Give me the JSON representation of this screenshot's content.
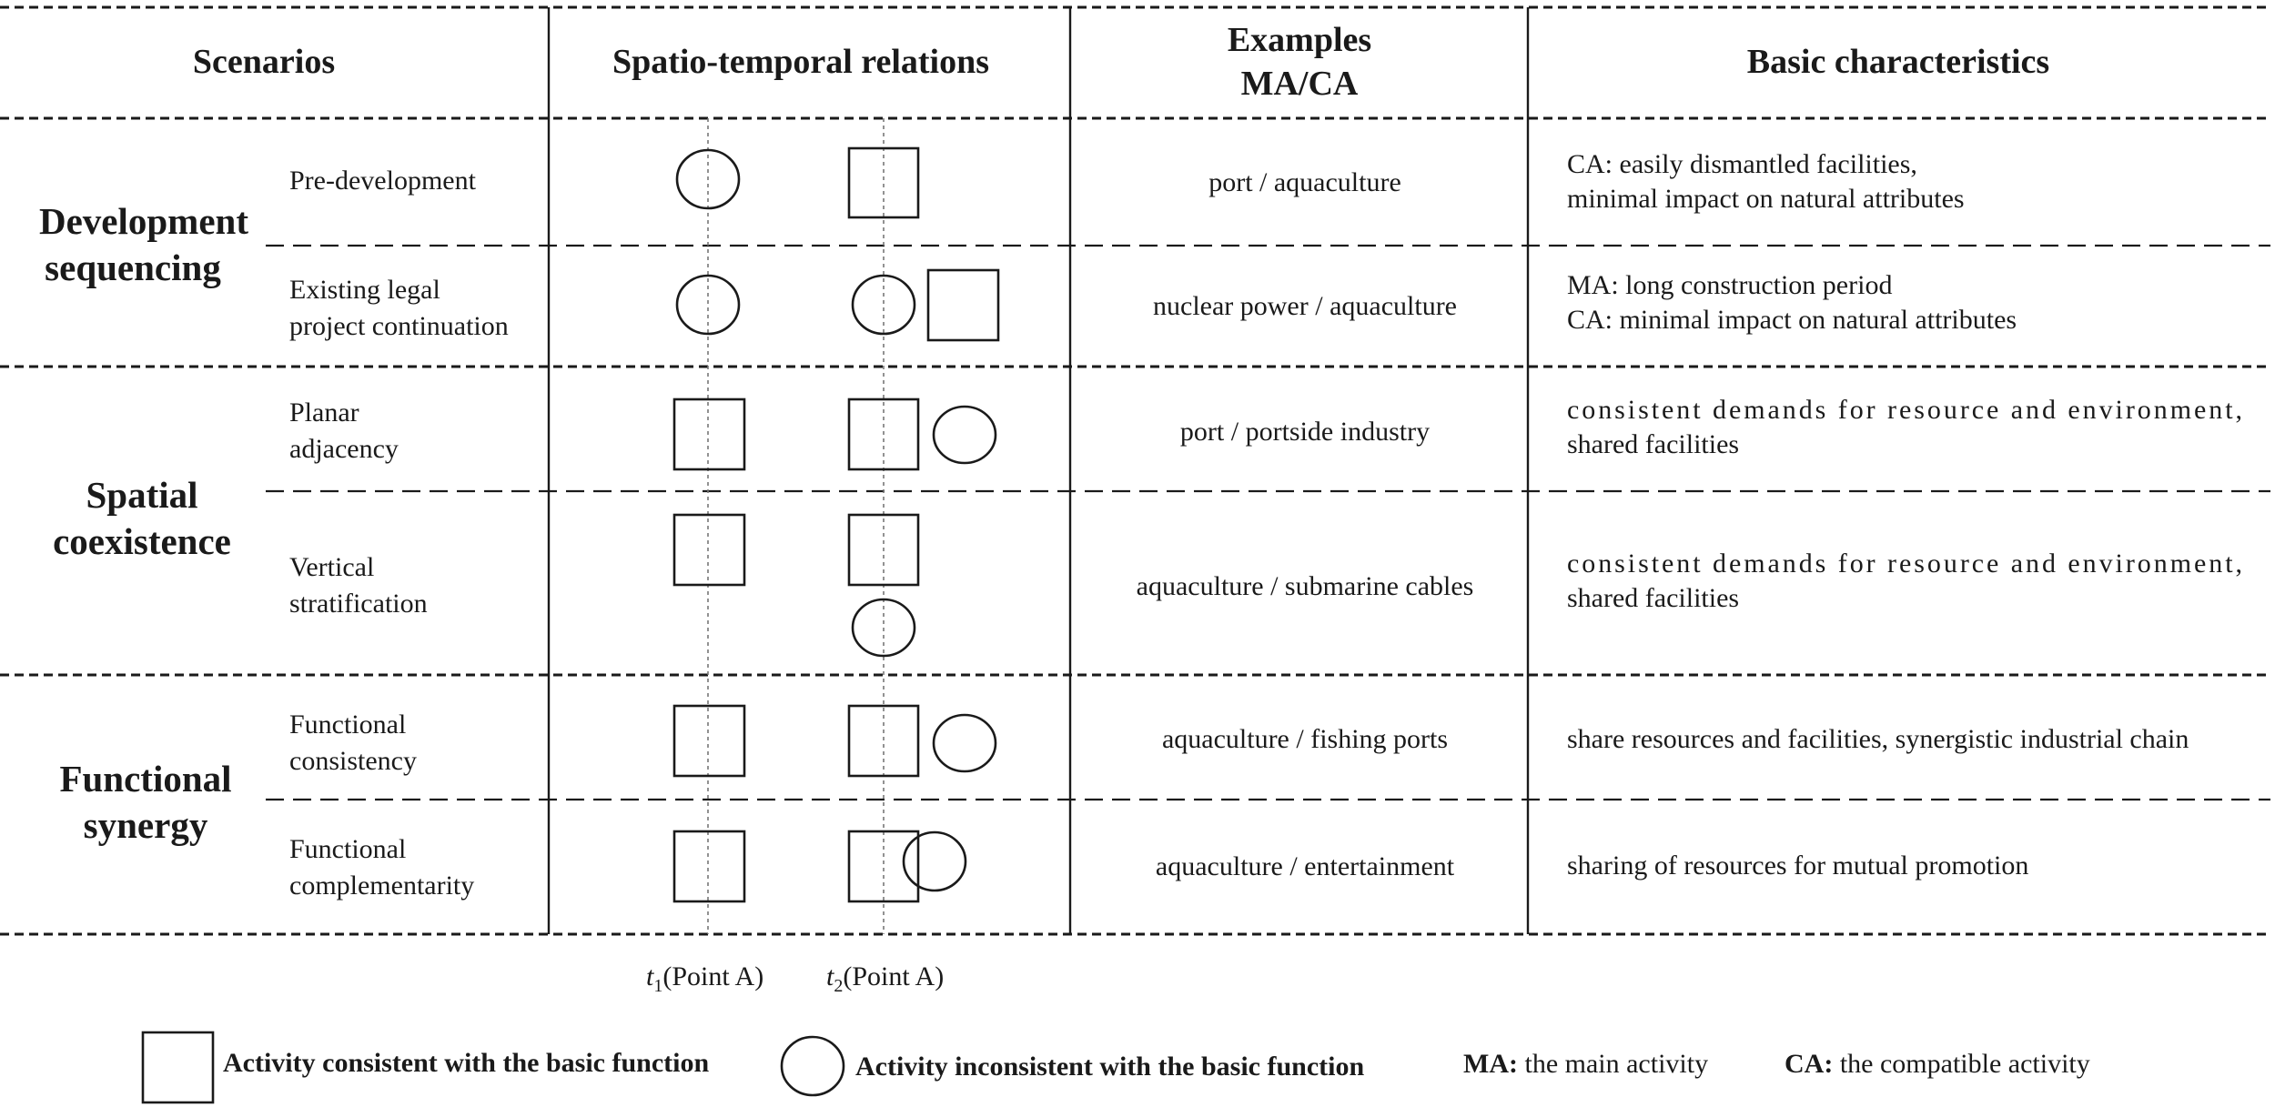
{
  "headers": {
    "scenarios": "Scenarios",
    "relations": "Spatio-temporal relations",
    "examples_line1": "Examples",
    "examples_line2": "MA/CA",
    "characteristics": "Basic characteristics"
  },
  "groups": [
    {
      "title_line1": "Development",
      "title_line2": "sequencing",
      "rows": [
        {
          "sub_lines": [
            "Pre-development"
          ],
          "example": "port / aquaculture",
          "characteristics": [
            "CA: easily dismantled facilities,",
            "minimal impact on natural attributes"
          ]
        },
        {
          "sub_lines": [
            "Existing legal",
            "project continuation"
          ],
          "example": "nuclear power / aquaculture",
          "characteristics": [
            "MA: long construction period",
            "CA: minimal impact on natural attributes"
          ]
        }
      ]
    },
    {
      "title_line1": "Spatial",
      "title_line2": "coexistence",
      "rows": [
        {
          "sub_lines": [
            "Planar",
            "adjacency"
          ],
          "example": "port / portside industry",
          "characteristics": [
            "consistent demands for resource and environment,",
            "shared facilities"
          ]
        },
        {
          "sub_lines": [
            "Vertical",
            "stratification"
          ],
          "example": "aquaculture / submarine cables",
          "characteristics": [
            "consistent demands for resource and environment,",
            "shared facilities"
          ]
        }
      ]
    },
    {
      "title_line1": "Functional",
      "title_line2": "synergy",
      "rows": [
        {
          "sub_lines": [
            "Functional",
            "consistency"
          ],
          "example": "aquaculture / fishing ports",
          "characteristics": [
            "share resources and facilities,  synergistic industrial chain"
          ]
        },
        {
          "sub_lines": [
            "Functional",
            "complementarity"
          ],
          "example": "aquaculture / entertainment",
          "characteristics": [
            "sharing of resources for mutual promotion"
          ]
        }
      ]
    }
  ],
  "timeline": {
    "t1_var": "t",
    "t1_sub": "1",
    "t1_label": "(Point A)",
    "t2_var": "t",
    "t2_sub": "2",
    "t2_label": "(Point A)"
  },
  "legend": {
    "square_label": "Activity consistent with the basic function",
    "circle_label": "Activity inconsistent with the basic function",
    "ma_abbr": "MA:",
    "ma_text": " the main activity",
    "ca_abbr": "CA:",
    "ca_text": " the compatible activity"
  },
  "icons": {
    "square": "square-icon",
    "circle": "circle-icon"
  }
}
